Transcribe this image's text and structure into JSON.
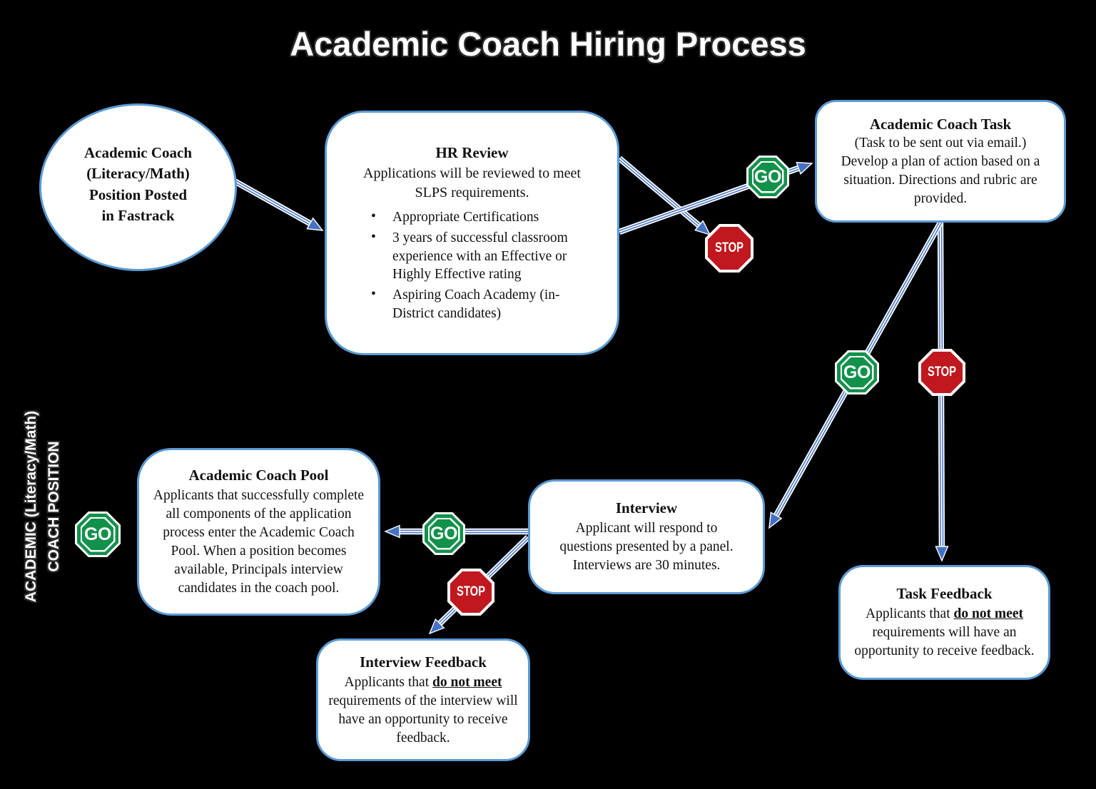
{
  "title": "Academic Coach Hiring Process",
  "side_label": {
    "line1": "ACADEMIC (Literacy/Math)",
    "line2": "COACH POSITION"
  },
  "nodes": {
    "position_posted": {
      "lines": [
        "Academic Coach",
        "(Literacy/Math)",
        "Position Posted",
        "in Fastrack"
      ]
    },
    "hr_review": {
      "title": "HR Review",
      "subtitle": "Applications will be reviewed to meet SLPS requirements.",
      "bullet_char": "•",
      "bullets": [
        "Appropriate Certifications",
        " 3 years of successful classroom experience with an Effective or Highly Effective rating",
        "Aspiring Coach Academy (in-District candidates)"
      ]
    },
    "coach_task": {
      "title": "Academic Coach Task",
      "intro": "(Task to be sent out via email.)",
      "body": "Develop a plan of action based on a situation.  Directions and rubric are provided."
    },
    "coach_pool": {
      "title": "Academic Coach Pool",
      "body": "Applicants that successfully complete all components of the application process enter the Academic Coach Pool. When a position becomes available, Principals interview candidates in the coach pool."
    },
    "interview": {
      "title": "Interview",
      "body": "Applicant will respond to questions presented by a panel. Interviews are 30 minutes."
    },
    "task_feedback": {
      "title": "Task Feedback",
      "before": "Applicants that ",
      "emph": "do not meet",
      "after": " requirements will have an opportunity to receive feedback."
    },
    "interview_feedback": {
      "title": "Interview Feedback",
      "before": "Applicants that ",
      "emph": "do not meet",
      "after": " requirements of the interview will have an opportunity to receive feedback."
    }
  },
  "signs": {
    "go_label": "GO",
    "stop_label": "STOP"
  },
  "colors": {
    "go_green": "#11914A",
    "stop_red": "#C0181E",
    "arrow_blue": "#4472C4",
    "border_blue": "#5B9BD5"
  }
}
